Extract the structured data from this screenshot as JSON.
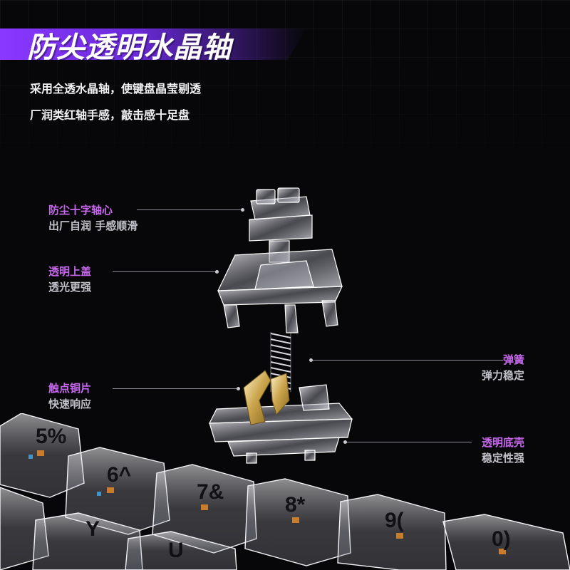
{
  "title": "防尖透明水晶轴",
  "intro": {
    "line1": "采用全透水晶轴，使键盘晶莹剔透",
    "line2": "厂润类红轴手感，敲击感十足盘"
  },
  "callouts": {
    "stem": {
      "title": "防尘十字轴心",
      "subtitle": "出厂自润 手感顺滑"
    },
    "top_housing": {
      "title": "透明上盖",
      "subtitle": "透光更强"
    },
    "contact": {
      "title": "触点铜片",
      "subtitle": "快速响应"
    },
    "spring": {
      "title": "弹簧",
      "subtitle": "弹力稳定"
    },
    "bottom_housing": {
      "title": "透明底壳",
      "subtitle": "稳定性强"
    }
  },
  "keycaps": {
    "legend_5": "5%",
    "legend_6": "6^",
    "legend_7": "7&",
    "legend_8": "8*",
    "legend_9": "9(",
    "legend_0": "0)",
    "legend_y": "Y",
    "legend_u": "U"
  },
  "colors": {
    "accent": "#8a38ff",
    "callout_title": "#c868ee",
    "callout_subtitle": "#c0c0c8",
    "background": "#070709"
  },
  "icons": {
    "switch": "exploded-switch-illustration",
    "keyboard": "transparent-keycaps-illustration"
  }
}
